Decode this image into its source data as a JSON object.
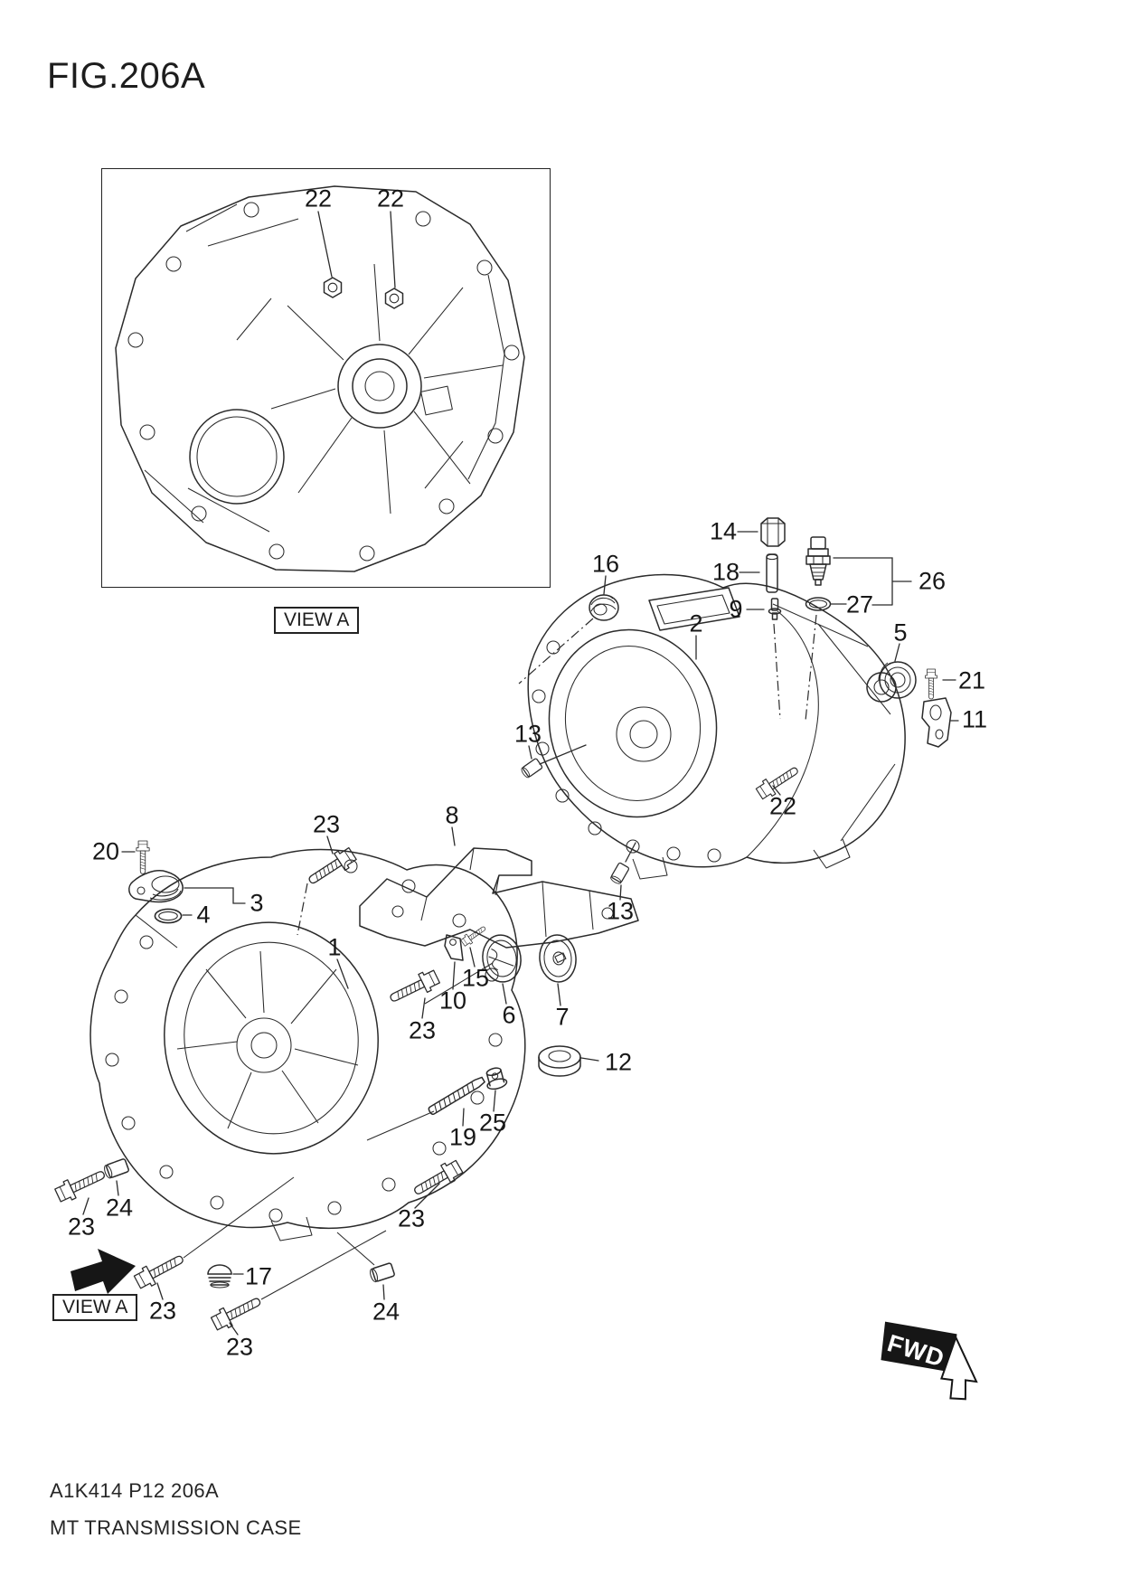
{
  "header": {
    "figure": "FIG.206A"
  },
  "labels": {
    "view_a": "VIEW A",
    "fwd": "FWD"
  },
  "footer": {
    "code": "A1K414 P12 206A",
    "title": "MT TRANSMISSION CASE"
  },
  "diagram": {
    "description": "Exploded parts view of manual transmission case with numbered callouts",
    "callouts": [
      "22",
      "22",
      "16",
      "14",
      "18",
      "9",
      "26",
      "27",
      "2",
      "5",
      "21",
      "11",
      "13",
      "22",
      "13",
      "20",
      "3",
      "4",
      "23",
      "8",
      "1",
      "15",
      "10",
      "6",
      "7",
      "23",
      "12",
      "25",
      "19",
      "23",
      "24",
      "23",
      "23",
      "17",
      "23",
      "24"
    ]
  }
}
